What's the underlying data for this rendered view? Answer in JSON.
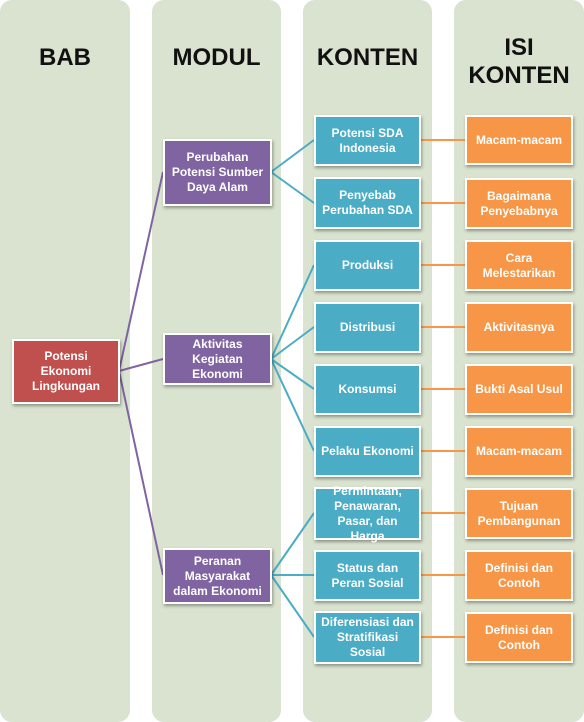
{
  "headers": {
    "bab": "BAB",
    "modul": "MODUL",
    "konten": "KONTEN",
    "isi_line1": "ISI",
    "isi_line2": "KONTEN"
  },
  "bab": "Potensi Ekonomi Lingkungan",
  "modul": [
    "Perubahan Potensi Sumber Daya Alam",
    "Aktivitas Kegiatan Ekonomi",
    "Peranan Masyarakat dalam Ekonomi"
  ],
  "konten": [
    "Potensi SDA Indonesia",
    "Penyebab Perubahan SDA",
    "Produksi",
    "Distribusi",
    "Konsumsi",
    "Pelaku Ekonomi",
    "Permintaan, Penawaran, Pasar, dan Harga",
    "Status dan Peran Sosial",
    "Diferensiasi dan Stratifikasi Sosial"
  ],
  "isi": [
    "Macam-macam",
    "Bagaimana Penyebabnya",
    "Cara Melestarikan",
    "Aktivitasnya",
    "Bukti Asal Usul",
    "Macam-macam",
    "Tujuan Pembangunan",
    "Definisi dan Contoh",
    "Definisi dan Contoh"
  ],
  "colors": {
    "column_bg": "#d9e3cf",
    "bab": "#c0504d",
    "modul": "#8064a2",
    "konten": "#4bacc6",
    "isi": "#f79646"
  }
}
